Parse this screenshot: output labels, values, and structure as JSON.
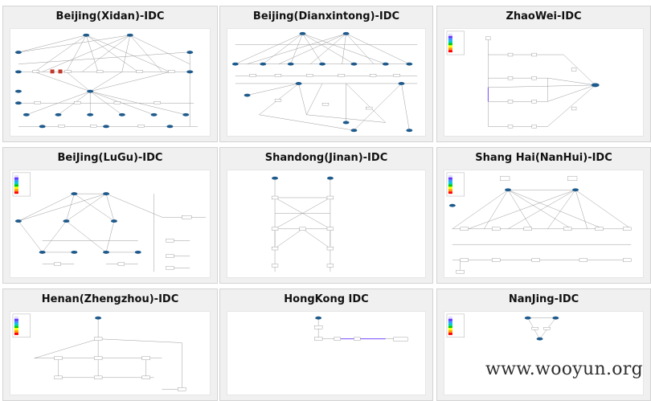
{
  "cards": [
    {
      "title": "Beijing(Xidan)-IDC",
      "variant": "dense"
    },
    {
      "title": "Beijing(Dianxintong)-IDC",
      "variant": "dense"
    },
    {
      "title": "ZhaoWei-IDC",
      "variant": "legend"
    },
    {
      "title": "BeiJing(LuGu)-IDC",
      "variant": "legend"
    },
    {
      "title": "Shandong(Jinan)-IDC",
      "variant": "plain"
    },
    {
      "title": "Shang Hai(NanHui)-IDC",
      "variant": "legend"
    },
    {
      "title": "Henan(Zhengzhou)-IDC",
      "variant": "legend"
    },
    {
      "title": "HongKong IDC",
      "variant": "plain"
    },
    {
      "title": "NanJing-IDC",
      "variant": "legend"
    }
  ],
  "watermark": "www.wooyun.org",
  "colors": {
    "legend": [
      "#e0e0ff",
      "#6633ff",
      "#3399ff",
      "#00cccc",
      "#00cc00",
      "#ffff00",
      "#ff9900",
      "#ff0000"
    ],
    "link": "#9a9a9a",
    "node": "#1e5a8c"
  }
}
